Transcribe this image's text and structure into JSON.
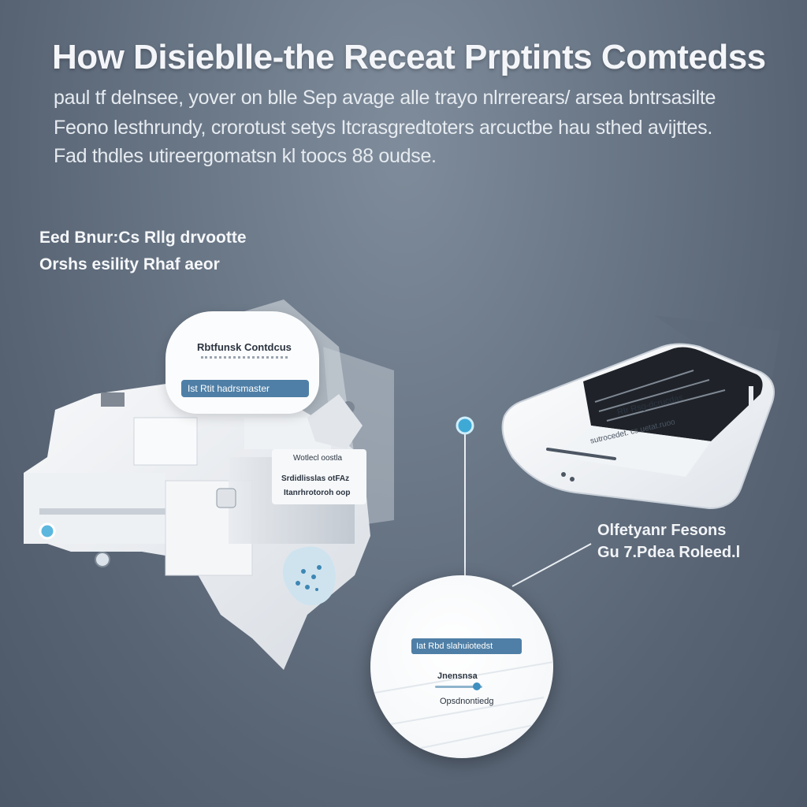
{
  "header": {
    "headline": "How Disieblle-the Receat Prptints Comtedss",
    "intro": [
      "paul tf delnsee, yover on blle Sep avage alle trayo nlrrerears/ arsea bntrsasilte",
      "Feono lesthrundy, crorotust setys Itcrasgredtoters arcuctbe hau sthed avijttes.",
      "Fad thdles utireergomatsn kl toocs 88 oudse."
    ]
  },
  "side_label": {
    "line1": "Eed Bnur:Cs Rllg drvootte",
    "line2": "Orshs esility Rhaf aeor"
  },
  "cluster": {
    "bubble_title": "Rbtfunsk Contdcus",
    "bubble_pill": "Ist Rtit hadrsmaster",
    "card_line1": "Wotlecl oostla",
    "card_line2": "Srdidlisslas otFAz",
    "card_line3": "Itanrhrotoroh oop"
  },
  "phone": {
    "screen_line1": "RIr Rsg-dcrucdas",
    "screen_line2": "sutrocedet. cs.uetat.ruoo"
  },
  "right_caption": {
    "line1": "Olfetyanr Fesons",
    "line2": "Gu 7.Pdea Roleed.l"
  },
  "magnifier": {
    "pill": "Iat Rbd slahuiotedst",
    "label1": "Jnensnsa",
    "label2": "Opsdnontiedg"
  },
  "icons": {
    "connector_dot": "location-dot-icon",
    "sensor": "sensor-icon"
  },
  "colors": {
    "accent_blue": "#4f7fa6",
    "dot_blue": "#3fa9d6"
  }
}
